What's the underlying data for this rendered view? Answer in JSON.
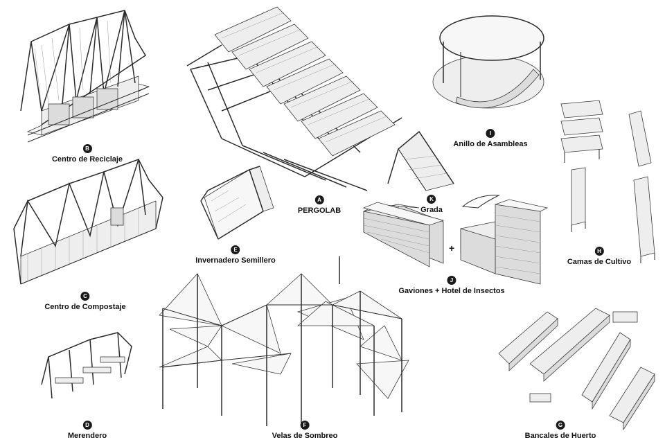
{
  "labels": {
    "A": {
      "letter": "A",
      "name": "PERGOLAB"
    },
    "B": {
      "letter": "B",
      "name": "Centro de Reciclaje"
    },
    "C": {
      "letter": "C",
      "name": "Centro de Compostaje"
    },
    "D": {
      "letter": "D",
      "name": "Merendero"
    },
    "E": {
      "letter": "E",
      "name": "Invernadero Semillero"
    },
    "F": {
      "letter": "F",
      "name": "Velas de Sombreo"
    },
    "G": {
      "letter": "G",
      "name": "Bancales de Huerto"
    },
    "H": {
      "letter": "H",
      "name": "Camas de Cultivo"
    },
    "I": {
      "letter": "I",
      "name": "Anillo de Asambleas"
    },
    "J": {
      "letter": "J",
      "name": "Gaviones + Hotel de Insectos"
    },
    "K": {
      "letter": "K",
      "name": "Grada"
    }
  },
  "plus_sign": "+",
  "colors": {
    "ink": "#1a1a1a",
    "paper": "#ffffff",
    "shade": "#dcdcdc"
  }
}
